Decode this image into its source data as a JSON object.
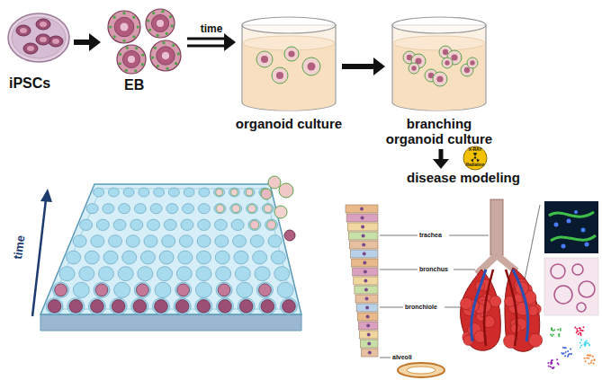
{
  "diagram": {
    "nodes": [
      {
        "text": [
          "iPSCs"
        ]
      },
      {
        "text": [
          "EB"
        ]
      },
      {
        "text": [
          "organoid culture"
        ]
      },
      {
        "text": [
          "branching organoid culture"
        ]
      }
    ],
    "edges": [
      {
        "from": 0,
        "to": 1,
        "arrow": "to"
      },
      {
        "from": 1,
        "to": 2,
        "label": "time",
        "arrow": "to"
      },
      {
        "from": 2,
        "to": 3,
        "arrow": "to"
      }
    ],
    "labels": [
      "X-RAY",
      "Radiation",
      "disease modeling",
      "time",
      "trachea",
      "bronchus",
      "bronchiole",
      "alveoli"
    ]
  }
}
